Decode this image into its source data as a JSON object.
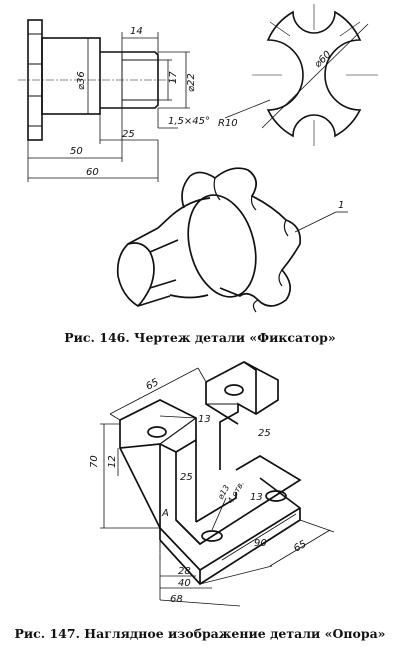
{
  "fig146": {
    "caption": "Рис. 146. Чертеж детали «Фиксатор»",
    "dims": {
      "d14": "14",
      "d36": "⌀36",
      "d17": "17",
      "d22": "⌀22",
      "d25": "25",
      "d15x45": "1,5×45°",
      "d50": "50",
      "d60": "60",
      "d60b": "⌀60",
      "r10": "R10",
      "leader1": "1"
    }
  },
  "fig147": {
    "caption": "Рис. 147. Наглядное изображение детали «Опора»",
    "dims": {
      "d65top": "65",
      "d13a": "13",
      "d25a": "25",
      "d70": "70",
      "d12": "12",
      "d25b": "25",
      "labelA": "А",
      "d13b": "13",
      "holes": "⌀13",
      "holesCount": "4 отв.",
      "d90": "90",
      "d65b": "65",
      "d28": "28",
      "d40": "40",
      "d68": "68"
    }
  }
}
